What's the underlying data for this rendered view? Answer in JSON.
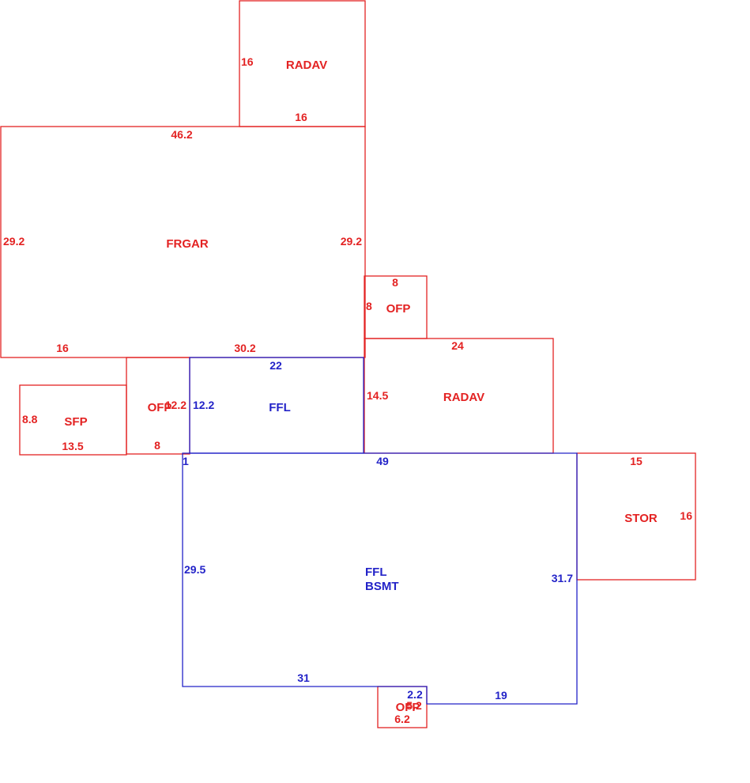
{
  "colors": {
    "red": "#e32222",
    "blue": "#2323c8",
    "background": "#ffffff"
  },
  "areas": {
    "radav_top": {
      "label": "RADAV",
      "dims": [
        "16",
        "16"
      ]
    },
    "frgar": {
      "label": "FRGAR",
      "dims": [
        "46.2",
        "29.2",
        "29.2",
        "16",
        "30.2"
      ]
    },
    "ofp_small": {
      "label": "OFP",
      "dims": [
        "8",
        "8"
      ]
    },
    "radav_right": {
      "label": "RADAV",
      "dims": [
        "24",
        "14.5"
      ]
    },
    "sfp": {
      "label": "SFP",
      "dims": [
        "8.8",
        "13.5"
      ]
    },
    "ofp_left": {
      "label": "OFP",
      "dims": [
        "12.2",
        "8"
      ]
    },
    "ffl_upper": {
      "label": "FFL",
      "dims": [
        "22",
        "12.2"
      ]
    },
    "ffl_bsmt": {
      "label_line1": "FFL",
      "label_line2": "BSMT",
      "dims": [
        "1",
        "49",
        "29.5",
        "31.7",
        "31",
        "19",
        "2.2"
      ]
    },
    "stor": {
      "label": "STOR",
      "dims": [
        "15",
        "16"
      ]
    },
    "ofp_bottom": {
      "label": "OFP",
      "dims": [
        "5.2",
        "6.2"
      ]
    }
  }
}
